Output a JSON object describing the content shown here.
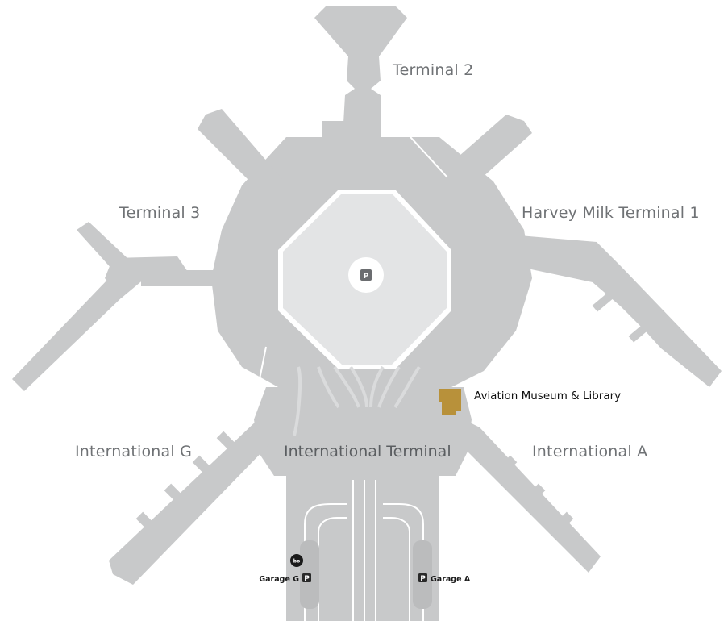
{
  "terminals": {
    "terminal_2": "Terminal 2",
    "terminal_3": "Terminal 3",
    "harvey_milk_terminal_1": "Harvey Milk Terminal 1",
    "international_terminal": "International Terminal",
    "international_g": "International G",
    "international_a": "International A"
  },
  "points_of_interest": {
    "aviation_museum": "Aviation Museum & Library"
  },
  "parking": {
    "central_symbol": "P",
    "garage_g": "Garage G",
    "garage_a": "Garage A",
    "symbol": "P"
  },
  "transit": {
    "bart_icon": "bart-icon",
    "bart_symbol": "bo"
  },
  "colors": {
    "building": "#c8c9ca",
    "parking_lot": "#e3e4e5",
    "roadway": "#dadbdc",
    "museum": "#b8913a",
    "label_text": "#6f7275",
    "dark_icon": "#3a3a3a"
  }
}
